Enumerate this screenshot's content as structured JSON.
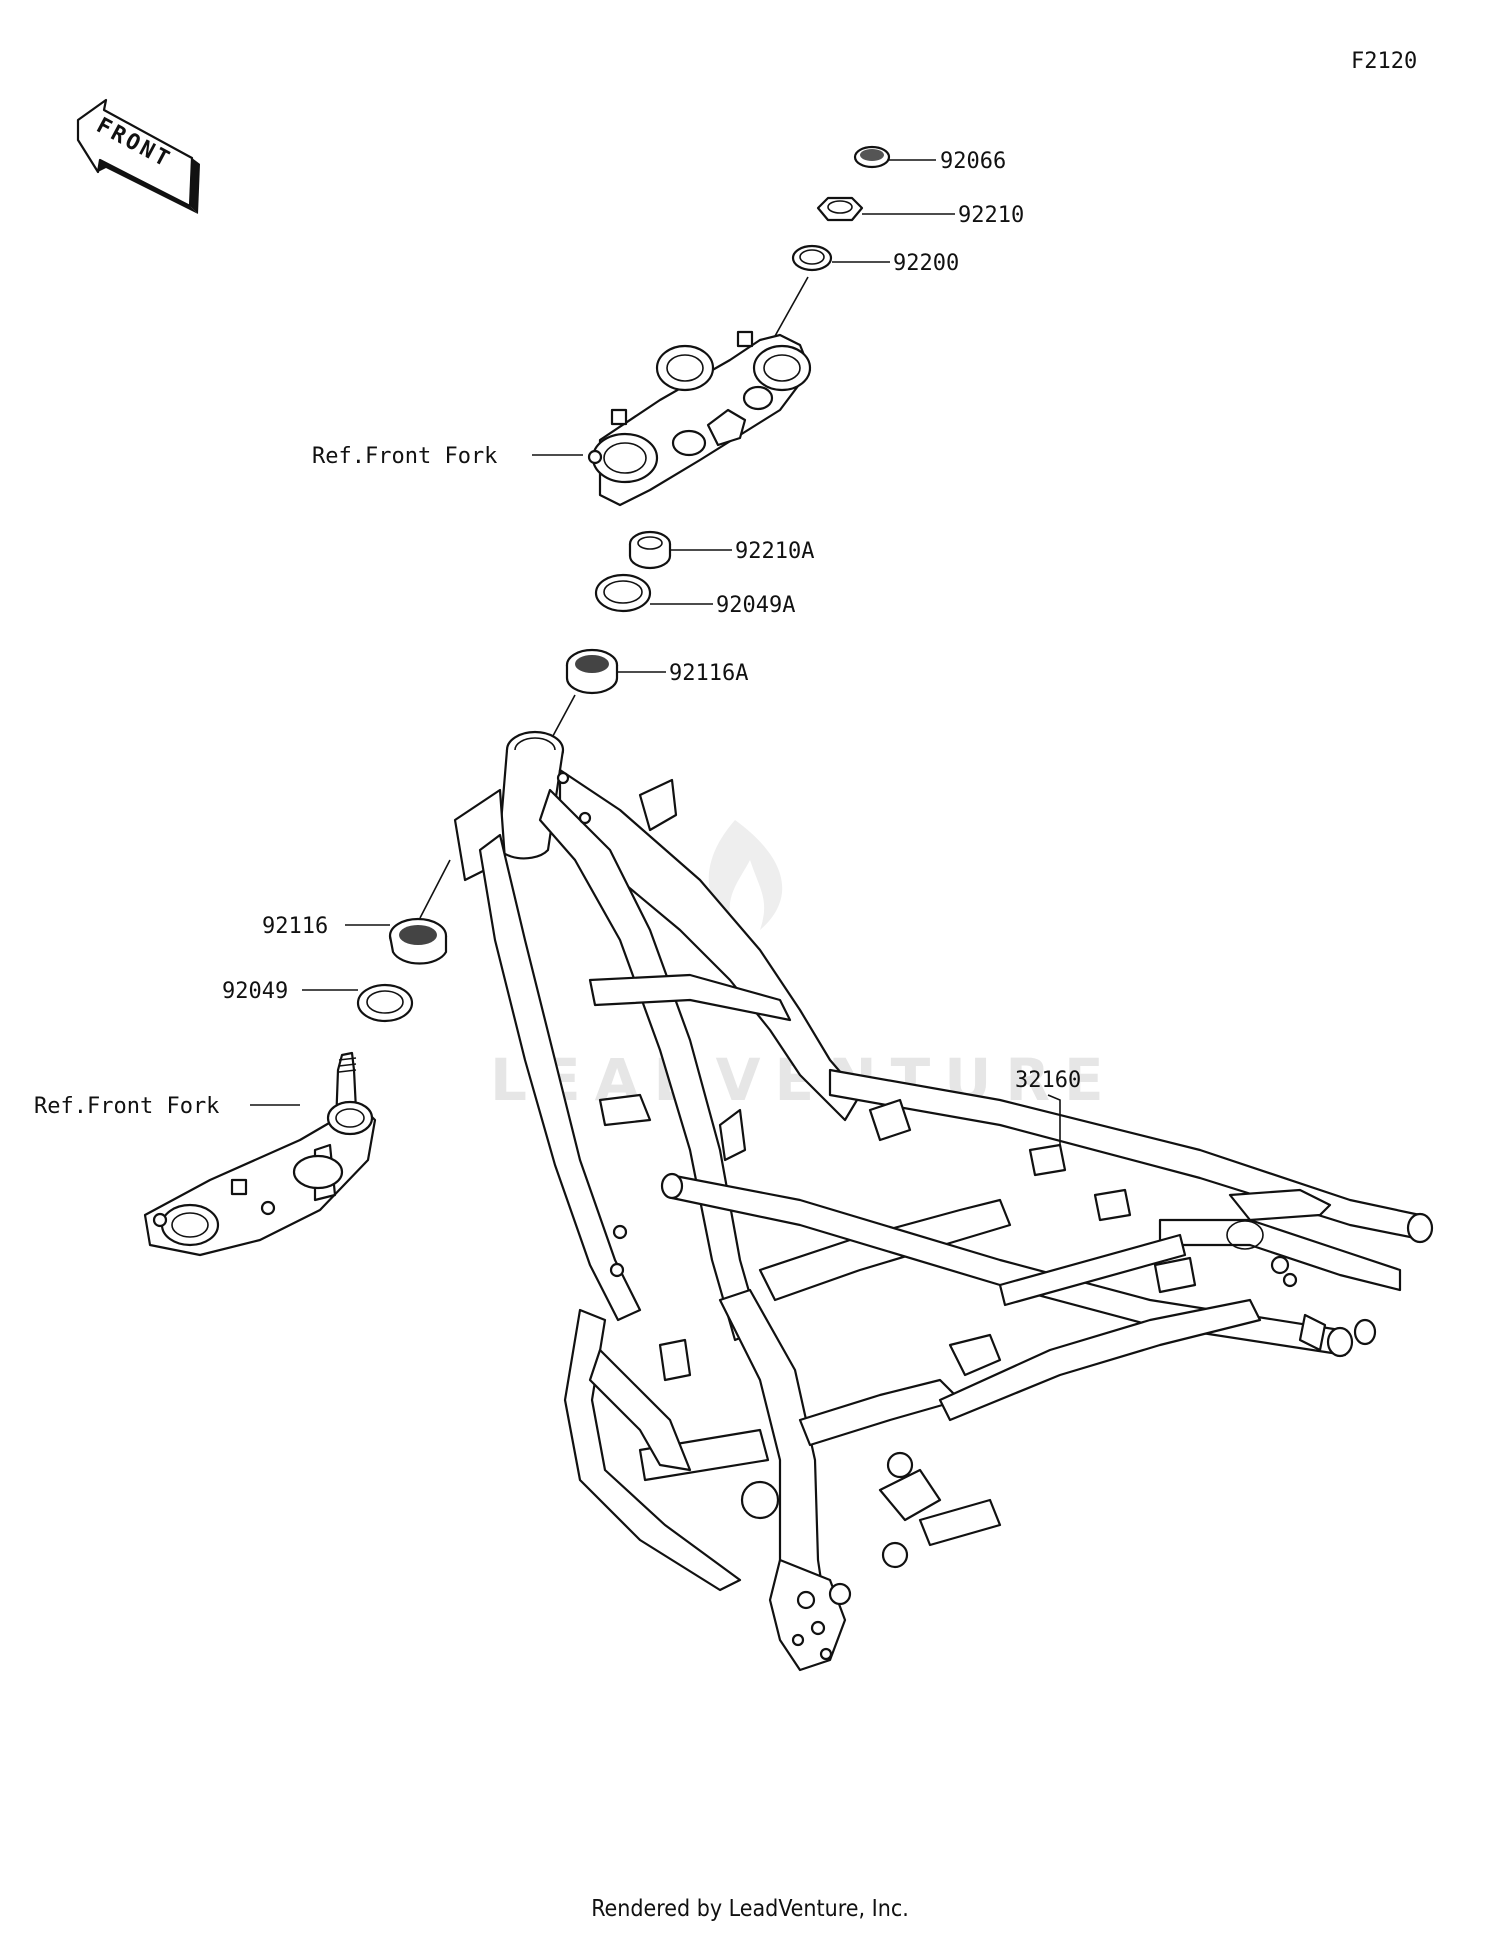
{
  "figure_code": "F2120",
  "front_arrow_text": "FRONT",
  "watermark": "LEADVENTURE",
  "footer": "Rendered by LeadVenture, Inc.",
  "callouts": {
    "p92066": "92066",
    "p92210": "92210",
    "p92200": "92200",
    "ref_front_fork_top": "Ref.Front Fork",
    "p92210A": "92210A",
    "p92049A": "92049A",
    "p92116A": "92116A",
    "p92116": "92116",
    "p92049": "92049",
    "ref_front_fork_bottom": "Ref.Front Fork",
    "p32160": "32160"
  }
}
